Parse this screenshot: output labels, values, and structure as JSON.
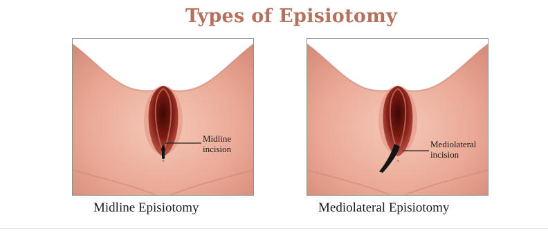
{
  "title": "Types of Episiotomy",
  "panels": [
    {
      "caption": "Midline Episiotomy",
      "callout_line1": "Midline",
      "callout_line2": "incision"
    },
    {
      "caption": "Mediolateral Episiotomy",
      "callout_line1": "Mediolateral",
      "callout_line2": "incision"
    }
  ],
  "colors": {
    "title": "#b5705e",
    "skin": "#f0b4a2",
    "skin_shadow": "#d98e7c",
    "tissue": "#8a1c14",
    "incision": "#141414"
  }
}
